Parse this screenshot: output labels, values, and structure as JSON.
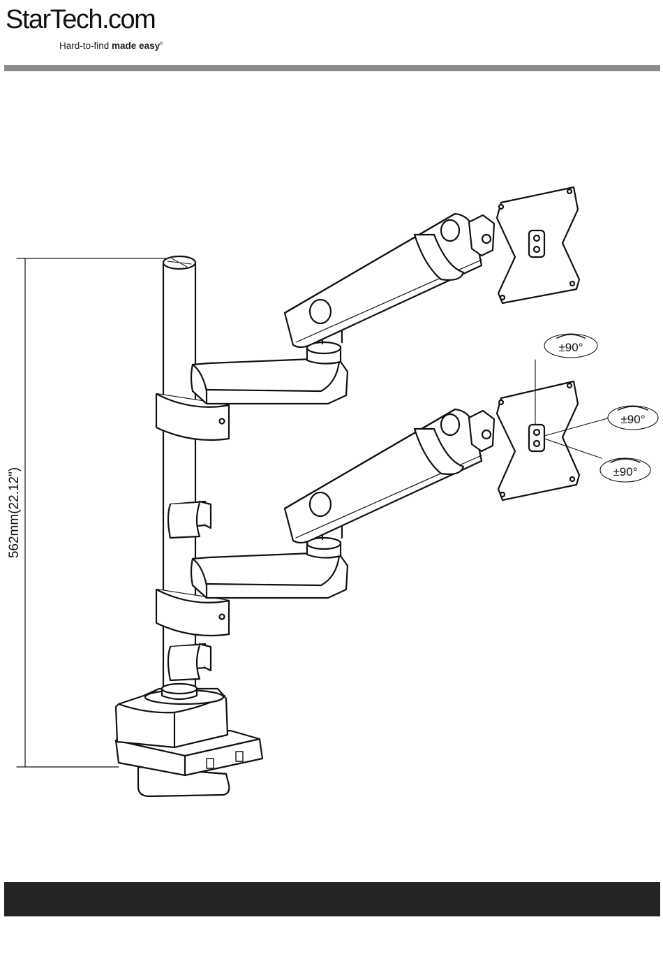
{
  "brand": {
    "name": "StarTech.com",
    "tagline_regular": "Hard-to-find",
    "tagline_bold": "made easy",
    "trademark": "®"
  },
  "diagram": {
    "height_dimension_label": "562mm(22.12\")",
    "rotation_labels": [
      "±90°",
      "±90°",
      "±90°"
    ]
  },
  "colors": {
    "header_rule": "#8c8c8c",
    "footer_bar": "#242424"
  }
}
